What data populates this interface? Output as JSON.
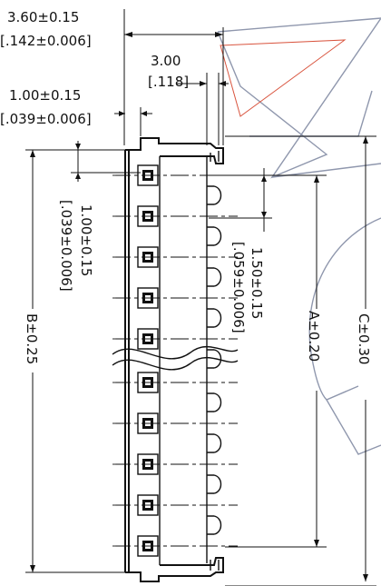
{
  "dimensions": {
    "width_overall": {
      "mm": "3.60±0.15",
      "inch": "[.142±0.006]"
    },
    "terminal_width": {
      "mm": "3.00",
      "inch": "[.118]"
    },
    "edge_offset": {
      "mm": "1.00±0.15",
      "inch": "[.039±0.006]"
    },
    "pin_offset": {
      "mm": "1.00±0.15",
      "inch": "[.039±0.006]"
    },
    "pitch": {
      "mm": "1.50±0.15",
      "inch": "[.059±0.006]"
    },
    "dim_a": "A±0.20",
    "dim_b": "B±0.25",
    "dim_c": "C±0.30"
  },
  "drawing": {
    "pin_count": 10,
    "colors": {
      "line": "#111111",
      "watermark": "#8f97ad",
      "watermark_accent": "#d9553f"
    }
  }
}
